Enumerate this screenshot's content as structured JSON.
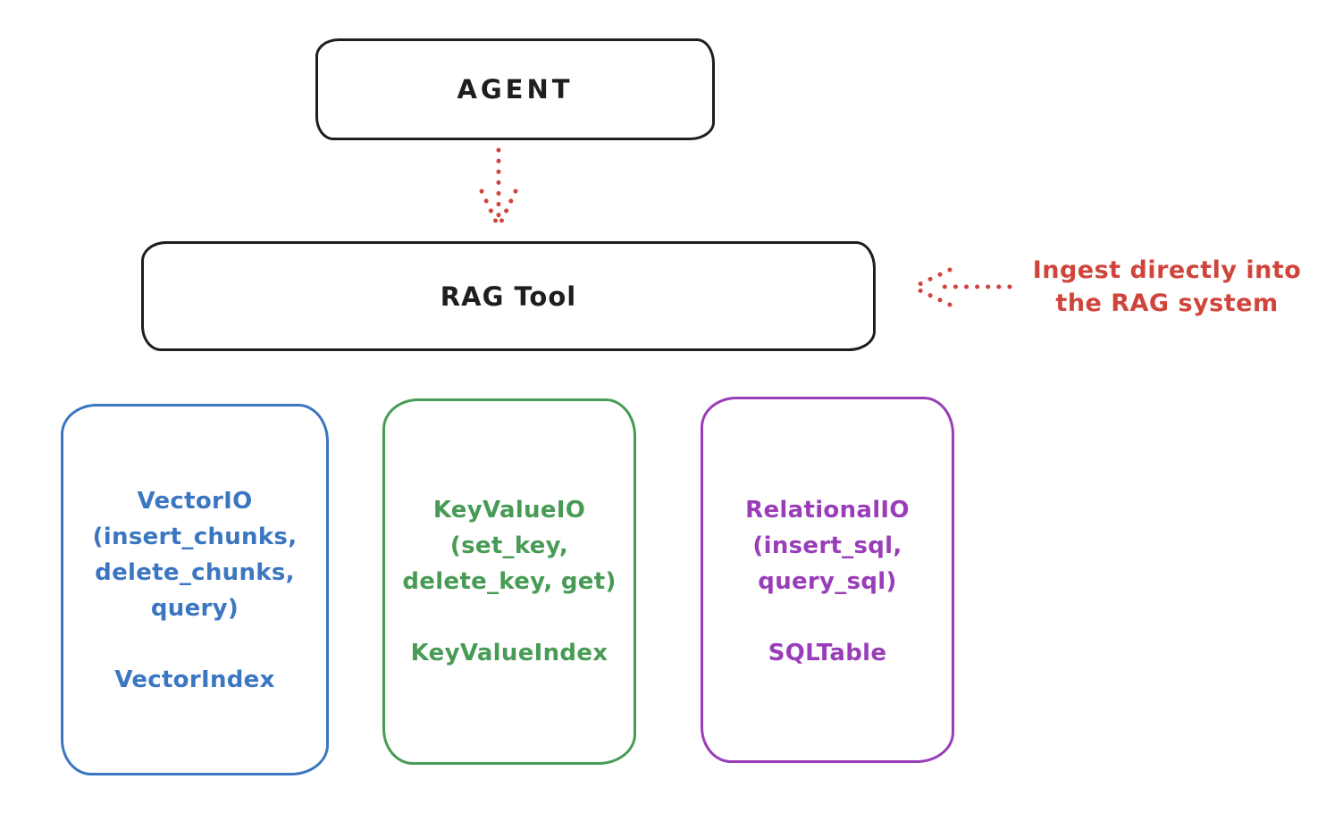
{
  "agent": {
    "label": "AGENT"
  },
  "rag_tool": {
    "label": "RAG Tool"
  },
  "annotation": {
    "line1": "Ingest directly into",
    "line2": "the RAG system"
  },
  "storage_boxes": [
    {
      "id": "vector-io",
      "accent_color": "#3b76c2",
      "lines": [
        "VectorIO",
        "(insert_chunks,",
        "delete_chunks,",
        "query)"
      ],
      "index_label": "VectorIndex"
    },
    {
      "id": "keyvalue-io",
      "accent_color": "#489b55",
      "lines": [
        "KeyValueIO",
        "(set_key,",
        "delete_key, get)"
      ],
      "index_label": "KeyValueIndex"
    },
    {
      "id": "relational-io",
      "accent_color": "#993db8",
      "lines": [
        "RelationalIO",
        "(insert_sql,",
        "query_sql)"
      ],
      "index_label": "SQLTable"
    }
  ],
  "colors": {
    "box_stroke": "#1e1e1e",
    "annotation_red": "#d0453b",
    "vector_blue": "#3b76c2",
    "keyvalue_green": "#489b55",
    "relational_purple": "#993db8",
    "background": "#ffffff"
  }
}
